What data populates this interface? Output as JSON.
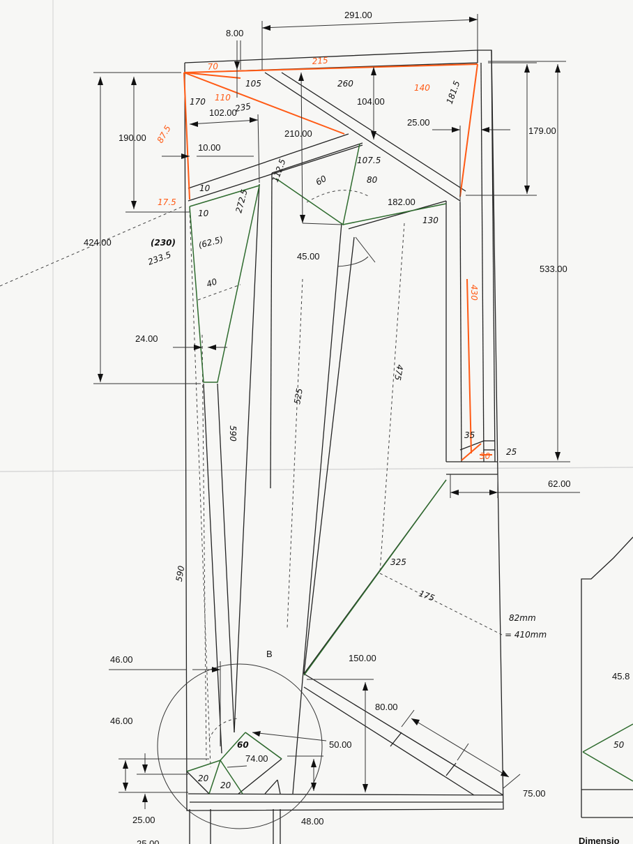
{
  "dimensions": {
    "top_width": "291.00",
    "top_offset": "8.00",
    "left_inner_height": "190.00",
    "left_total_height": "424.00",
    "right_inner_height": "179.00",
    "right_total_height": "533.00",
    "port_width": "102.00",
    "port_thick": "10.00",
    "center_height": "210.00",
    "top_gap": "104.00",
    "right_gap": "25.00",
    "mid_panel": "182.00",
    "angle": "45.00",
    "low_left": "24.00",
    "bottom_right": "62.00",
    "b_left": "46.00",
    "b_left_height": "46.00",
    "b_bottom": "25.00",
    "b_mid": "74.00",
    "b_inner": "50.00",
    "b_base": "48.00",
    "diag_height": "150.00",
    "diag_span": "80.00",
    "diag_end": "75.00",
    "cut_partial": "25.00",
    "partial_right": "45.8",
    "partial_bottom": "Dimensio"
  },
  "detail_label": "B",
  "handwritten": {
    "h_70": "70",
    "h_215": "215",
    "h_105": "105",
    "h_110": "110",
    "h_170": "170",
    "h_235": "235",
    "h_875": "87.5",
    "h_175": "17.5",
    "h_10a": "10",
    "h_10b": "10",
    "h_260": "260",
    "h_140": "140",
    "h_1815": "181.5",
    "h_1125": "112.5",
    "h_60": "60",
    "h_1075": "107.5",
    "h_80": "80",
    "h_130": "130",
    "h_230": "(230)",
    "h_2335": "233.5",
    "h_625": "(62.5)",
    "h_2725": "272.5",
    "h_40": "40",
    "h_590a": "590",
    "h_525": "525",
    "h_475": "475",
    "h_430": "430",
    "h_35": "35",
    "h_30": "30",
    "h_25": "25",
    "h_325": "325",
    "h_175b": "175",
    "h_82mm": "82mm",
    "h_410mm": "= 410mm",
    "h_590b": "590",
    "h_60b": "60",
    "h_20a": "20",
    "h_20b": "20",
    "h_50": "50"
  },
  "colors": {
    "ink": "#222222",
    "orange": "#ff5a14",
    "green": "#2e6b2e"
  }
}
